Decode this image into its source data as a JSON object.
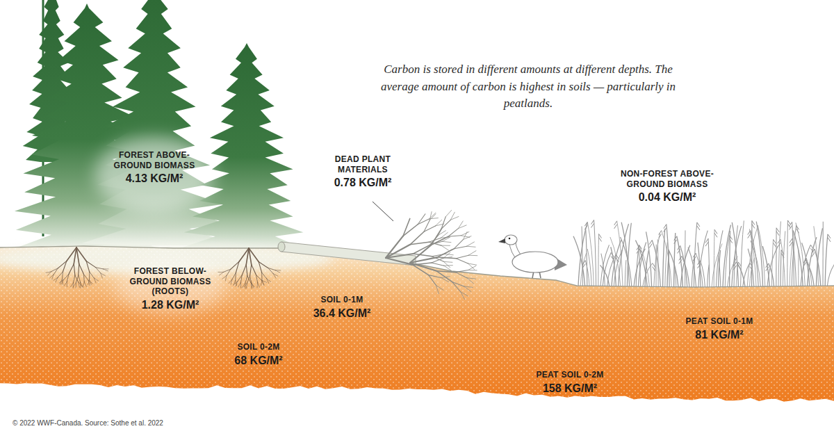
{
  "diagram": {
    "caption": "Carbon is stored in different amounts at different depths. The average amount of carbon is highest in soils — particularly in peatlands.",
    "labels": [
      "FOREST ABOVE-GROUND BIOMASS",
      "4.13 KG/M²",
      "DEAD PLANT MATERIALS",
      "0.78 KG/M²",
      "NON-FOREST ABOVE-GROUND BIOMASS",
      "0.04 KG/M²",
      "FOREST BELOW-GROUND BIOMASS (ROOTS)",
      "1.28 KG/M²",
      "SOIL 0-1M",
      "36.4 KG/M²",
      "SOIL 0-2M",
      "68 KG/M²",
      "PEAT SOIL 0-1M",
      "81 KG/M²",
      "PEAT SOIL 0-2M",
      "158 KG/M²",
      "© 2022 WWF-Canada. Source: Sothe et al. 2022"
    ]
  }
}
